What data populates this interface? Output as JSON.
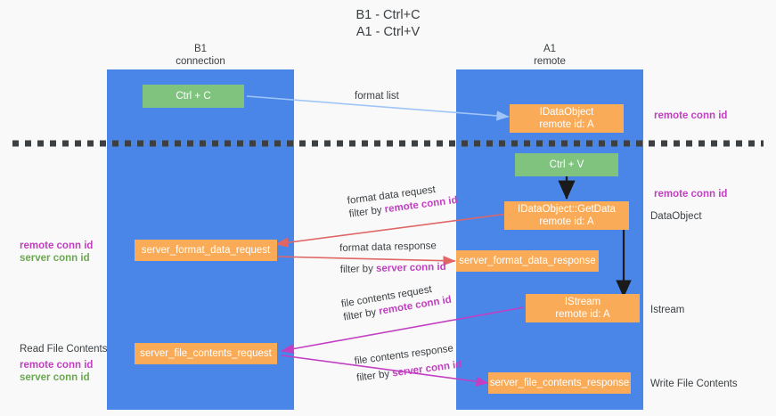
{
  "title": "B1 - Ctrl+C\nA1 - Ctrl+V",
  "lanes": [
    {
      "id": "b1",
      "header": "B1\nconnection",
      "color": "#4a86e8"
    },
    {
      "id": "a1",
      "header": "A1\nremote",
      "color": "#4a86e8"
    }
  ],
  "nodes": {
    "ctrl_c": {
      "label": "Ctrl + C",
      "color": "#7fc37f"
    },
    "idataobject": {
      "line1": "IDataObject",
      "line2": "remote id: A",
      "color": "#f9ab57"
    },
    "ctrl_v": {
      "label": "Ctrl + V",
      "color": "#7fc37f"
    },
    "getdata": {
      "line1": "IDataObject::GetData",
      "line2": "remote id: A",
      "color": "#f9ab57"
    },
    "server_format_data_request": {
      "label": "server_format_data_request",
      "color": "#f9ab57"
    },
    "server_format_data_response": {
      "label": "server_format_data_response",
      "color": "#f9ab57"
    },
    "istream": {
      "line1": "IStream",
      "line2": "remote id: A",
      "color": "#f9ab57"
    },
    "server_file_contents_request": {
      "label": "server_file_contents_request",
      "color": "#f9ab57"
    },
    "server_file_contents_response": {
      "label": "server_file_contents_response",
      "color": "#f9ab57"
    }
  },
  "edges": {
    "format_list": {
      "label": "format list",
      "color": "#9fc5f8"
    },
    "format_data_request": {
      "line1": "format data request",
      "line2_prefix": "filter by ",
      "line2_hl": "remote conn id",
      "color": "#e06666"
    },
    "format_data_response": {
      "line1": "format data response",
      "line2_prefix": "filter by ",
      "line2_hl": "server conn id",
      "color": "#e06666"
    },
    "file_contents_request": {
      "line1": "file contents request",
      "line2_prefix": "filter by ",
      "line2_hl": "remote conn id",
      "color": "#c23fc2"
    },
    "file_contents_response": {
      "line1": "file contents response",
      "line2_prefix": "filter by ",
      "line2_hl": "server conn id",
      "color": "#c23fc2"
    }
  },
  "annotations": {
    "right_remote_conn_id_top": "remote conn id",
    "right_remote_conn_id_mid": "remote conn id",
    "right_dataobject": "DataObject",
    "right_istream": "Istream",
    "right_write_file_contents": "Write File Contents",
    "left_remote_conn_id": "remote conn id",
    "left_server_conn_id": "server conn id",
    "left_read_file_contents": "Read File Contents",
    "left_remote_conn_id_2": "remote conn id",
    "left_server_conn_id_2": "server conn id"
  },
  "divider": {
    "name": "dashed-separator",
    "color": "#3c4043"
  }
}
